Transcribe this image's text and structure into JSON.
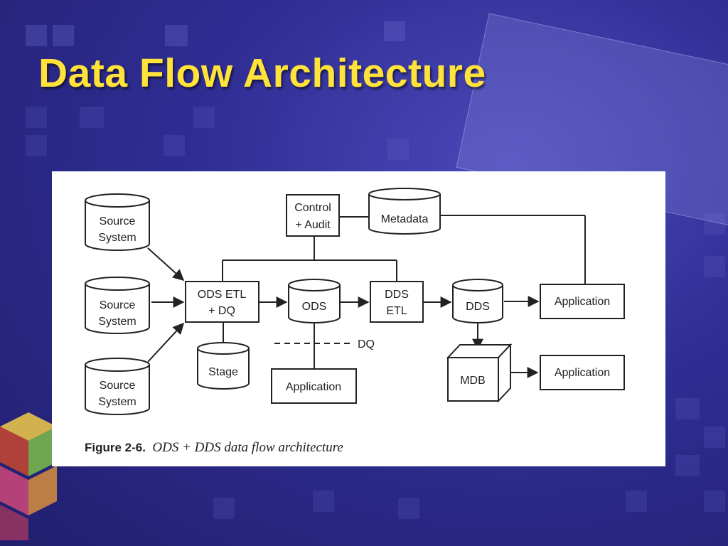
{
  "slide": {
    "title": "Data Flow Architecture",
    "colors": {
      "background": "#2f2d92",
      "title": "#ffe23a",
      "panel": "#ffffff"
    }
  },
  "diagram": {
    "nodes": {
      "source_1": [
        "Source",
        "System"
      ],
      "source_2": [
        "Source",
        "System"
      ],
      "source_3": [
        "Source",
        "System"
      ],
      "ods_etl": [
        "ODS ETL",
        "+ DQ"
      ],
      "stage": [
        "Stage"
      ],
      "control_audit": [
        "Control",
        "+ Audit"
      ],
      "metadata": [
        "Metadata"
      ],
      "ods": [
        "ODS"
      ],
      "dds_etl": [
        "DDS",
        "ETL"
      ],
      "dds": [
        "DDS"
      ],
      "application_main": [
        "Application"
      ],
      "application_ods": [
        "Application"
      ],
      "mdb": [
        "MDB"
      ],
      "application_mdb": [
        "Application"
      ]
    },
    "dq_label": "DQ",
    "caption": {
      "label": "Figure 2-6.",
      "text": "ODS + DDS data flow architecture"
    }
  }
}
